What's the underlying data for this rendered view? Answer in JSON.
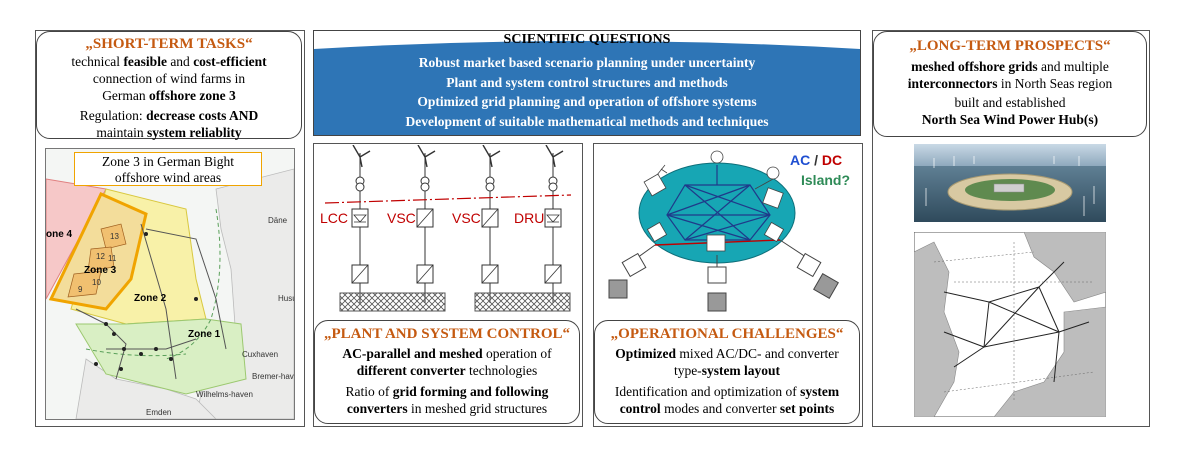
{
  "short_term": {
    "title": "„SHORT-TERM TASKS“",
    "l1_a": "technical ",
    "l1_b": "feasible",
    "l1_c": " and ",
    "l1_d": "cost-efficient",
    "l2": "connection of wind farms in",
    "l3_a": "German ",
    "l3_b": "offshore zone 3",
    "l4_a": "Regulation:  ",
    "l4_b": "decrease costs AND",
    "l5_a": "maintain ",
    "l5_b": "system reliablity"
  },
  "zone_map": {
    "caption_l1": "Zone 3 in German Bight",
    "caption_l2": "offshore wind areas",
    "zone4": "one 4",
    "zone3": "Zone 3",
    "zone2": "Zone 2",
    "zone1": "Zone 1",
    "area_numbers": [
      "13",
      "12",
      "11",
      "10",
      "9"
    ],
    "towns": [
      "Däne",
      "Husu",
      "Cuxhaven",
      "Bremer-haven",
      "Wilhelms-haven",
      "Emden"
    ]
  },
  "scientific": {
    "title": "SCIENTIFIC QUESTIONS",
    "items": [
      "Robust market based scenario planning  under uncertainty",
      "Plant and system control structures and methods",
      "Optimized  grid planning and operation of offshore systems",
      "Development of suitable mathematical  methods and techniques"
    ]
  },
  "converters": {
    "labels": [
      "LCC",
      "VSC",
      "VSC",
      "DRU"
    ]
  },
  "island": {
    "ac": "AC",
    "slash": " / ",
    "dc": "DC",
    "question": "Island?"
  },
  "plant_control": {
    "title": "„PLANT AND SYSTEM CONTROL“",
    "l1_a": "AC-parallel and meshed",
    "l1_b": " operation of",
    "l2_a": "different converter",
    "l2_b": " technologies",
    "l3_a": "Ratio of ",
    "l3_b": "grid forming and following",
    "l4_a": "converters",
    "l4_b": " in meshed grid structures"
  },
  "operational": {
    "title": "„OPERATIONAL  CHALLENGES“",
    "l1_a": "Optimized",
    "l1_b": " mixed AC/DC- and converter",
    "l2_a": "type-",
    "l2_b": "system layout",
    "l3_a": "Identification and optimization of ",
    "l3_b": "system",
    "l4_a": "control",
    "l4_b": " modes and converter ",
    "l4_c": "set points"
  },
  "long_term": {
    "title": "„LONG-TERM PROSPECTS“",
    "l1_a": "meshed offshore grids",
    "l1_b": " and multiple",
    "l2_a": "interconnectors",
    "l2_b": " in North Seas region",
    "l3": "built and established",
    "l4": "North Sea Wind Power Hub(s)"
  },
  "colors": {
    "title_orange": "#c55a11",
    "band_blue": "#2e75b6",
    "island_teal": "#17a6b4",
    "red": "#c00000",
    "green": "#2e8b57",
    "blue_text": "#1f4fd1"
  }
}
